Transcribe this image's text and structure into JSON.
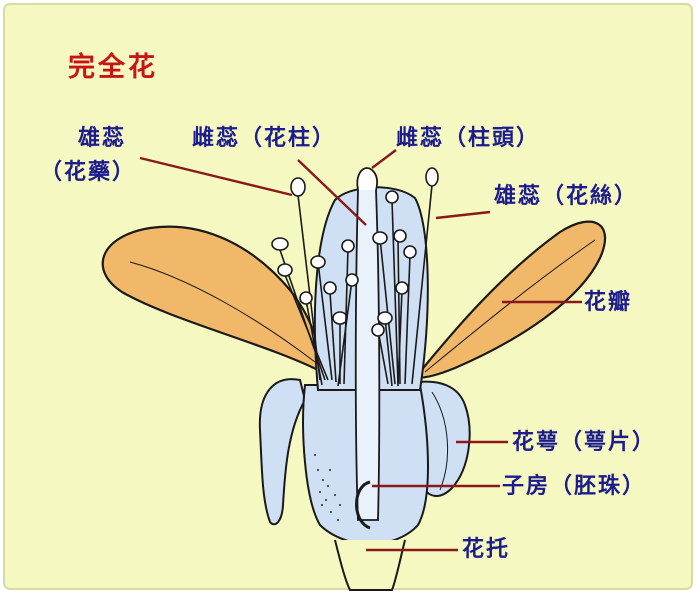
{
  "title": "完全花",
  "labels": {
    "anther_line1": "雄蕊",
    "anther_line2": "（花藥）",
    "style": "雌蕊（花柱）",
    "stigma": "雌蕊（柱頭）",
    "filament": "雄蕊（花絲）",
    "petal": "花瓣",
    "sepal": "花萼（萼片）",
    "ovary": "子房（胚珠）",
    "receptacle": "花托"
  },
  "colors": {
    "background": "#f6f8c2",
    "petal": "#f1b86a",
    "sepal_body": "#cfe0f5",
    "outline": "#1a1a1a",
    "leader_line": "#8a1a1a",
    "label_text": "#1c1c8c",
    "title_text": "#c81414"
  }
}
